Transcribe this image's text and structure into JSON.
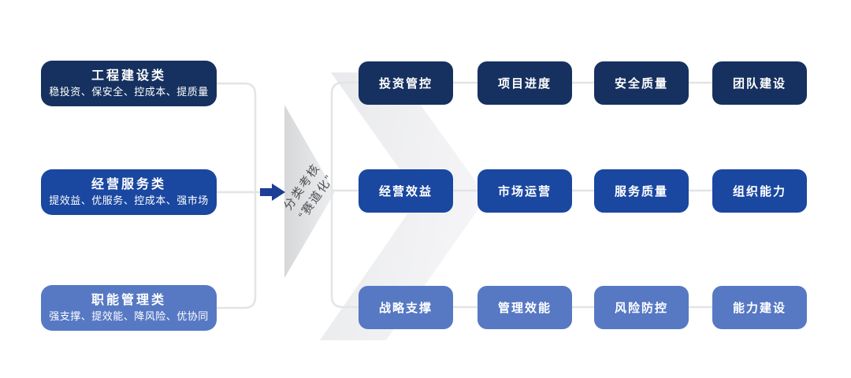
{
  "left_categories": [
    {
      "title": "工程建设类",
      "subtitle": "稳投资、保安全、控成本、提质量"
    },
    {
      "title": "经营服务类",
      "subtitle": "提效益、优服务、控成本、强市场"
    },
    {
      "title": "职能管理类",
      "subtitle": "强支撑、提效能、降风险、优协同"
    }
  ],
  "center": {
    "line1": "分类考核",
    "line2": "“赛道化”"
  },
  "matrix_rows": [
    {
      "items": [
        "投资管控",
        "项目进度",
        "安全质量",
        "团队建设"
      ]
    },
    {
      "items": [
        "经营效益",
        "市场运营",
        "服务质量",
        "组织能力"
      ]
    },
    {
      "items": [
        "战略支撑",
        "管理效能",
        "风险防控",
        "能力建设"
      ]
    }
  ],
  "colors": {
    "row1": "#16315f",
    "row2": "#1a47a0",
    "row3": "#5779c4",
    "arrow": "#1b3e96",
    "connector": "#e3e4e6",
    "center_text": "#4f5054"
  }
}
